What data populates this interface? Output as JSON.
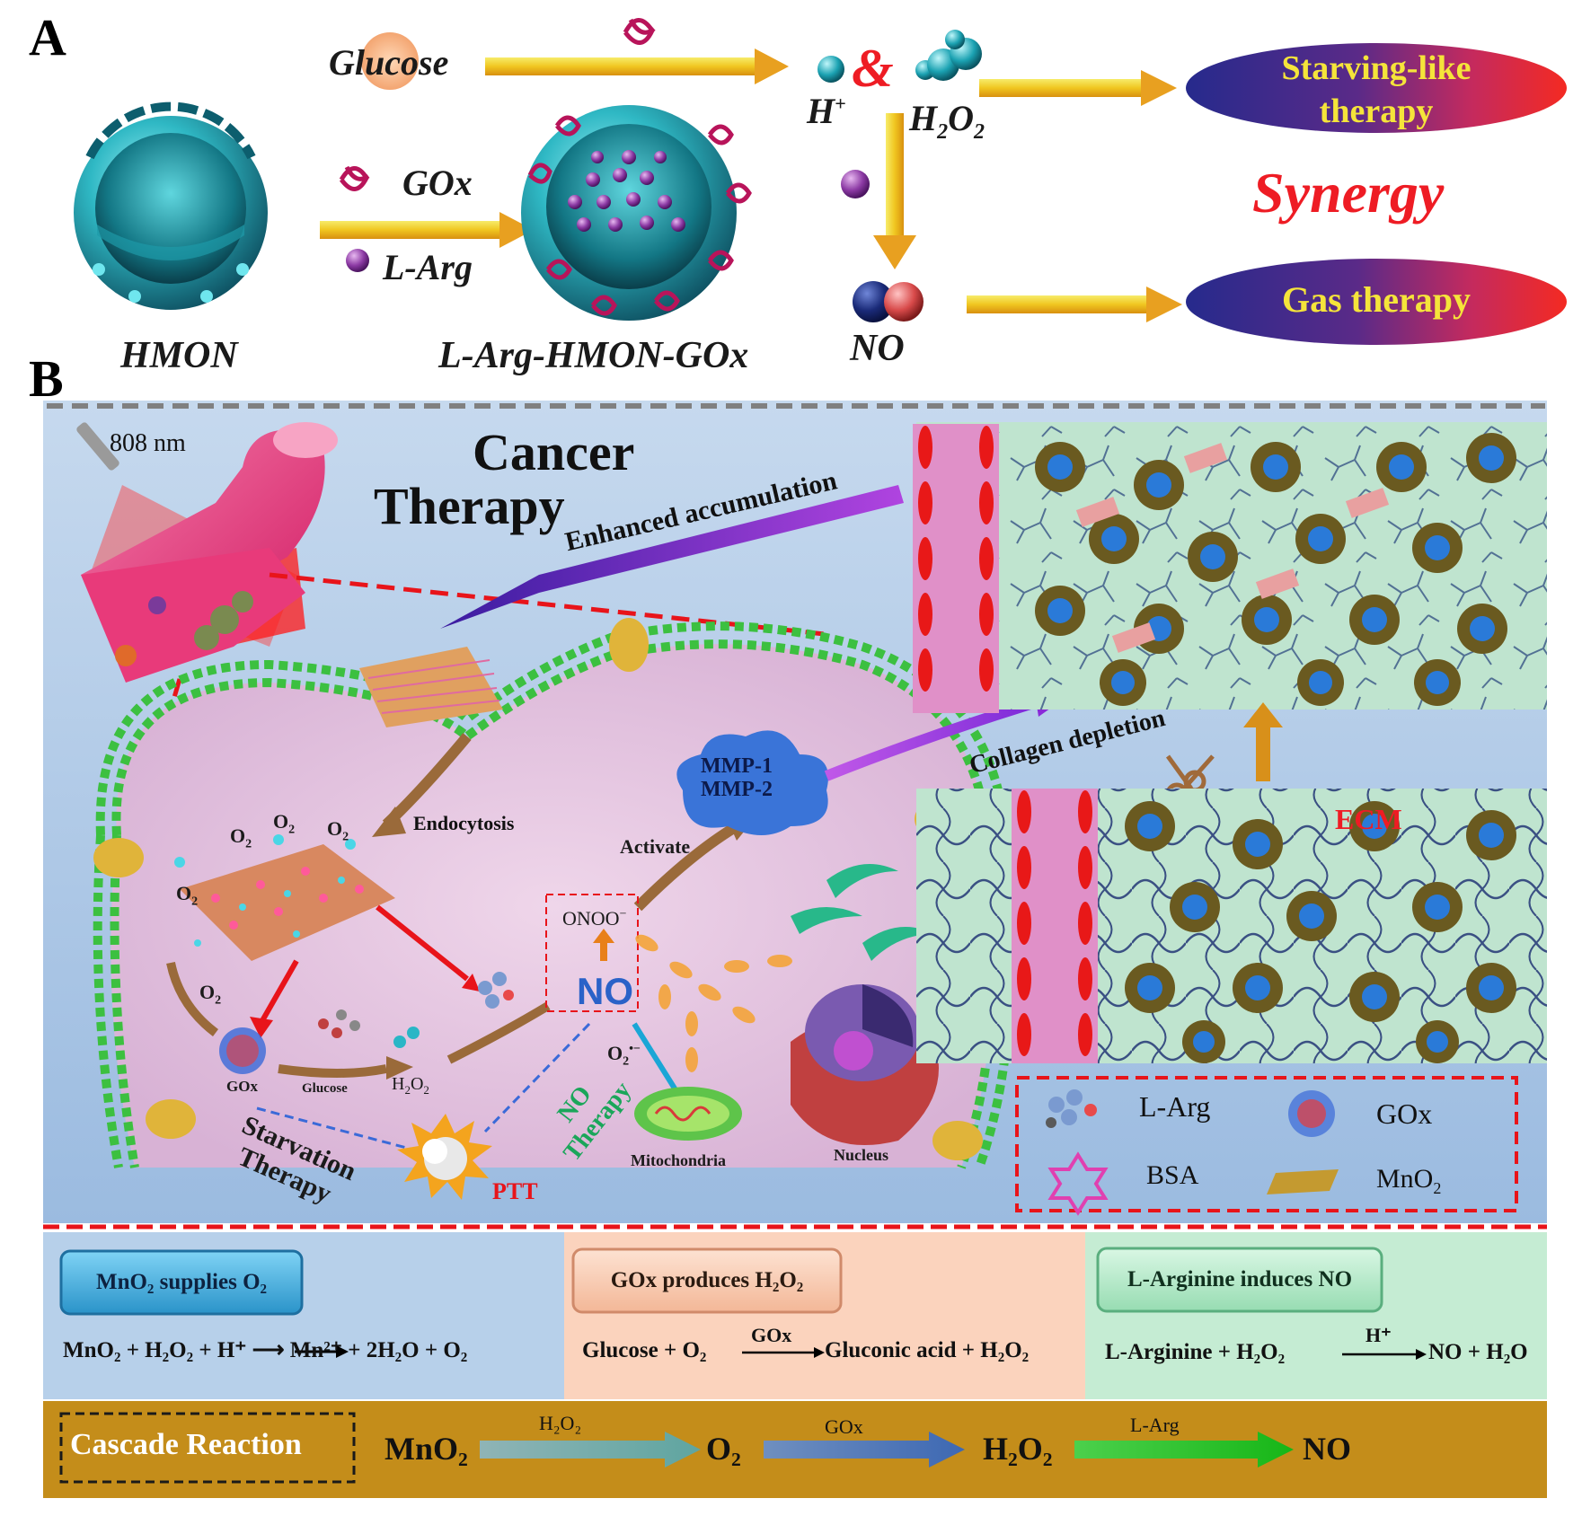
{
  "panel_a": {
    "letter": "A",
    "glucose": "Glucose",
    "gox": "GOx",
    "l_arg": "L-Arg",
    "hmon": "HMON",
    "composite": "L-Arg-HMON-GOx",
    "h_plus": "H",
    "h_plus_sup": "+",
    "amp": "&",
    "h2o2_h": "H",
    "h2o2_2a": "2",
    "h2o2_o": "O",
    "h2o2_2b": "2",
    "no": "NO",
    "starving_line1": "Starving-like",
    "starving_line2": "therapy",
    "synergy": "Synergy",
    "gas_therapy": "Gas therapy"
  },
  "panel_b": {
    "letter": "B",
    "laser": "808 nm",
    "title_line1": "Cancer",
    "title_line2": "Therapy",
    "enhanced_accumulation": "Enhanced accumulation",
    "collagen_depletion": "Collagen depletion",
    "endocytosis": "Endocytosis",
    "o2_labels": [
      "O",
      "O",
      "O",
      "O",
      "O"
    ],
    "o2_sub": "2",
    "activate": "Activate",
    "mmp1": "MMP-1",
    "mmp2": "MMP-2",
    "onoo": "ONOO",
    "onoo_sup": "−",
    "no_center": "NO",
    "o2_radical": "O",
    "o2_radical_sub": "2",
    "o2_radical_sup": "•−",
    "gox_small": "GOx",
    "glucose_small": "Glucose",
    "h2o2_small": "H",
    "starvation_1": "Starvation",
    "starvation_2": "Therapy",
    "no_therapy_1": "NO",
    "no_therapy_2": "Therapy",
    "ptt": "PTT",
    "mitochondria": "Mitochondria",
    "nucleus": "Nucleus",
    "ecm": "ECM",
    "legend": {
      "l_arg": "L-Arg",
      "gox": "GOx",
      "bsa": "BSA",
      "mno2": "MnO",
      "mno2_sub": "2"
    }
  },
  "reactions": {
    "mno2_title": "MnO₂ supplies O₂",
    "mno2_eq": "MnO₂ + H₂O₂ + H⁺ ⟶ Mn²⁺ + 2H₂O + O₂",
    "gox_title": "GOx produces H₂O₂",
    "gox_eq_left": "Glucose + O₂",
    "gox_eq_arrow": "GOx",
    "gox_eq_right": "Gluconic acid + H₂O₂",
    "larg_title": "L-Arginine induces NO",
    "larg_eq_left": "L-Arginine +  H₂O₂",
    "larg_eq_arrow": "H⁺",
    "larg_eq_right": "NO + H₂O"
  },
  "cascade": {
    "label": "Cascade Reaction",
    "s1": "MnO₂",
    "a1": "H₂O₂",
    "s2": "O₂",
    "a2": "GOx",
    "s3": "H₂O₂",
    "a3": "L-Arg",
    "s4": "NO"
  },
  "colors": {
    "panel_bg_blue": "#a9c6e6",
    "cell_pink": "#e3c2de",
    "membrane_green": "#3cc040",
    "ecm_green": "#cfe8cf",
    "cascade_gold": "#c08a18",
    "red_dash": "#e8141a",
    "oval_gradient_start": "#2a2d8f",
    "oval_gradient_end": "#f2282a",
    "synergy_red": "#ee1c24",
    "arrow_yellow": "#f4d41e",
    "arrow_orange": "#e8902a"
  }
}
